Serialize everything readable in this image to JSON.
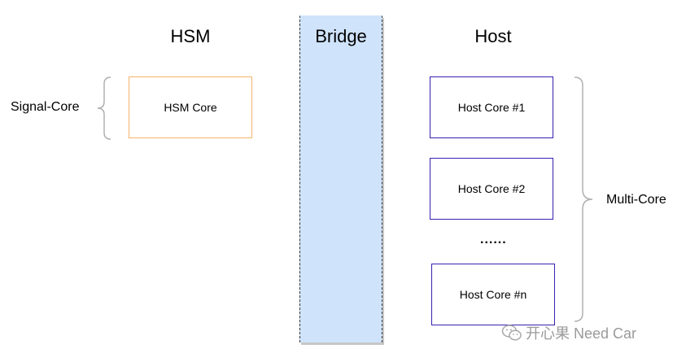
{
  "columns": {
    "hsm_title": "HSM",
    "bridge_title": "Bridge",
    "host_title": "Host"
  },
  "hsm": {
    "group_label": "Signal-Core",
    "box_label": "HSM Core"
  },
  "host": {
    "group_label": "Multi-Core",
    "boxes": [
      "Host Core #1",
      "Host Core #2",
      "Host Core #n"
    ],
    "ellipsis": "......"
  },
  "watermark": {
    "text": "开心果 Need Car"
  },
  "colors": {
    "bridge_fill": "#cfe3fb",
    "hsm_border": "#f7b26a",
    "host_border": "#3b1fb0",
    "brace": "#b0b0b0"
  },
  "icons": {
    "watermark_icon": "wechat-icon"
  }
}
